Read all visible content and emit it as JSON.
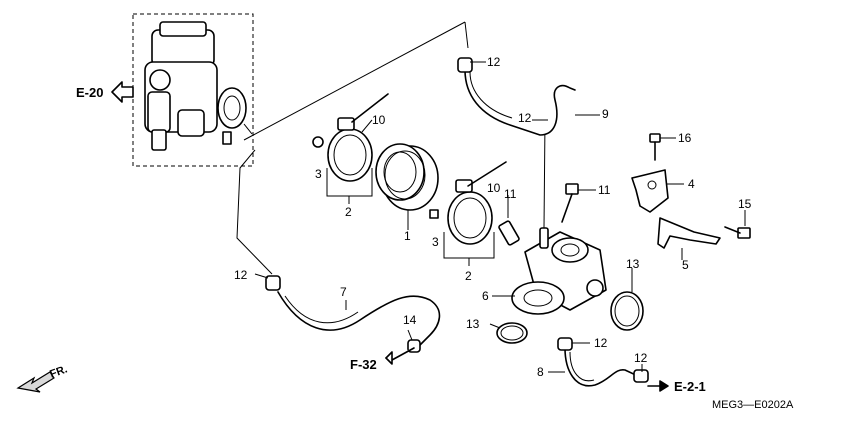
{
  "references": {
    "e20": "E-20",
    "f32": "F-32",
    "e21": "E-2-1",
    "fr": "FR."
  },
  "diagram_code": "MEG3—E0202A",
  "callouts": {
    "c12a": "12",
    "c12b": "12",
    "c12c": "12",
    "c12d": "12",
    "c12e": "12",
    "c9": "9",
    "c10a": "10",
    "c10b": "10",
    "c3a": "3",
    "c3b": "3",
    "c2a": "2",
    "c2b": "2",
    "c1": "1",
    "c11a": "11",
    "c11b": "11",
    "c16": "16",
    "c4": "4",
    "c15": "15",
    "c5": "5",
    "c13a": "13",
    "c13b": "13",
    "c6": "6",
    "c7": "7",
    "c14": "14",
    "c8": "8"
  }
}
